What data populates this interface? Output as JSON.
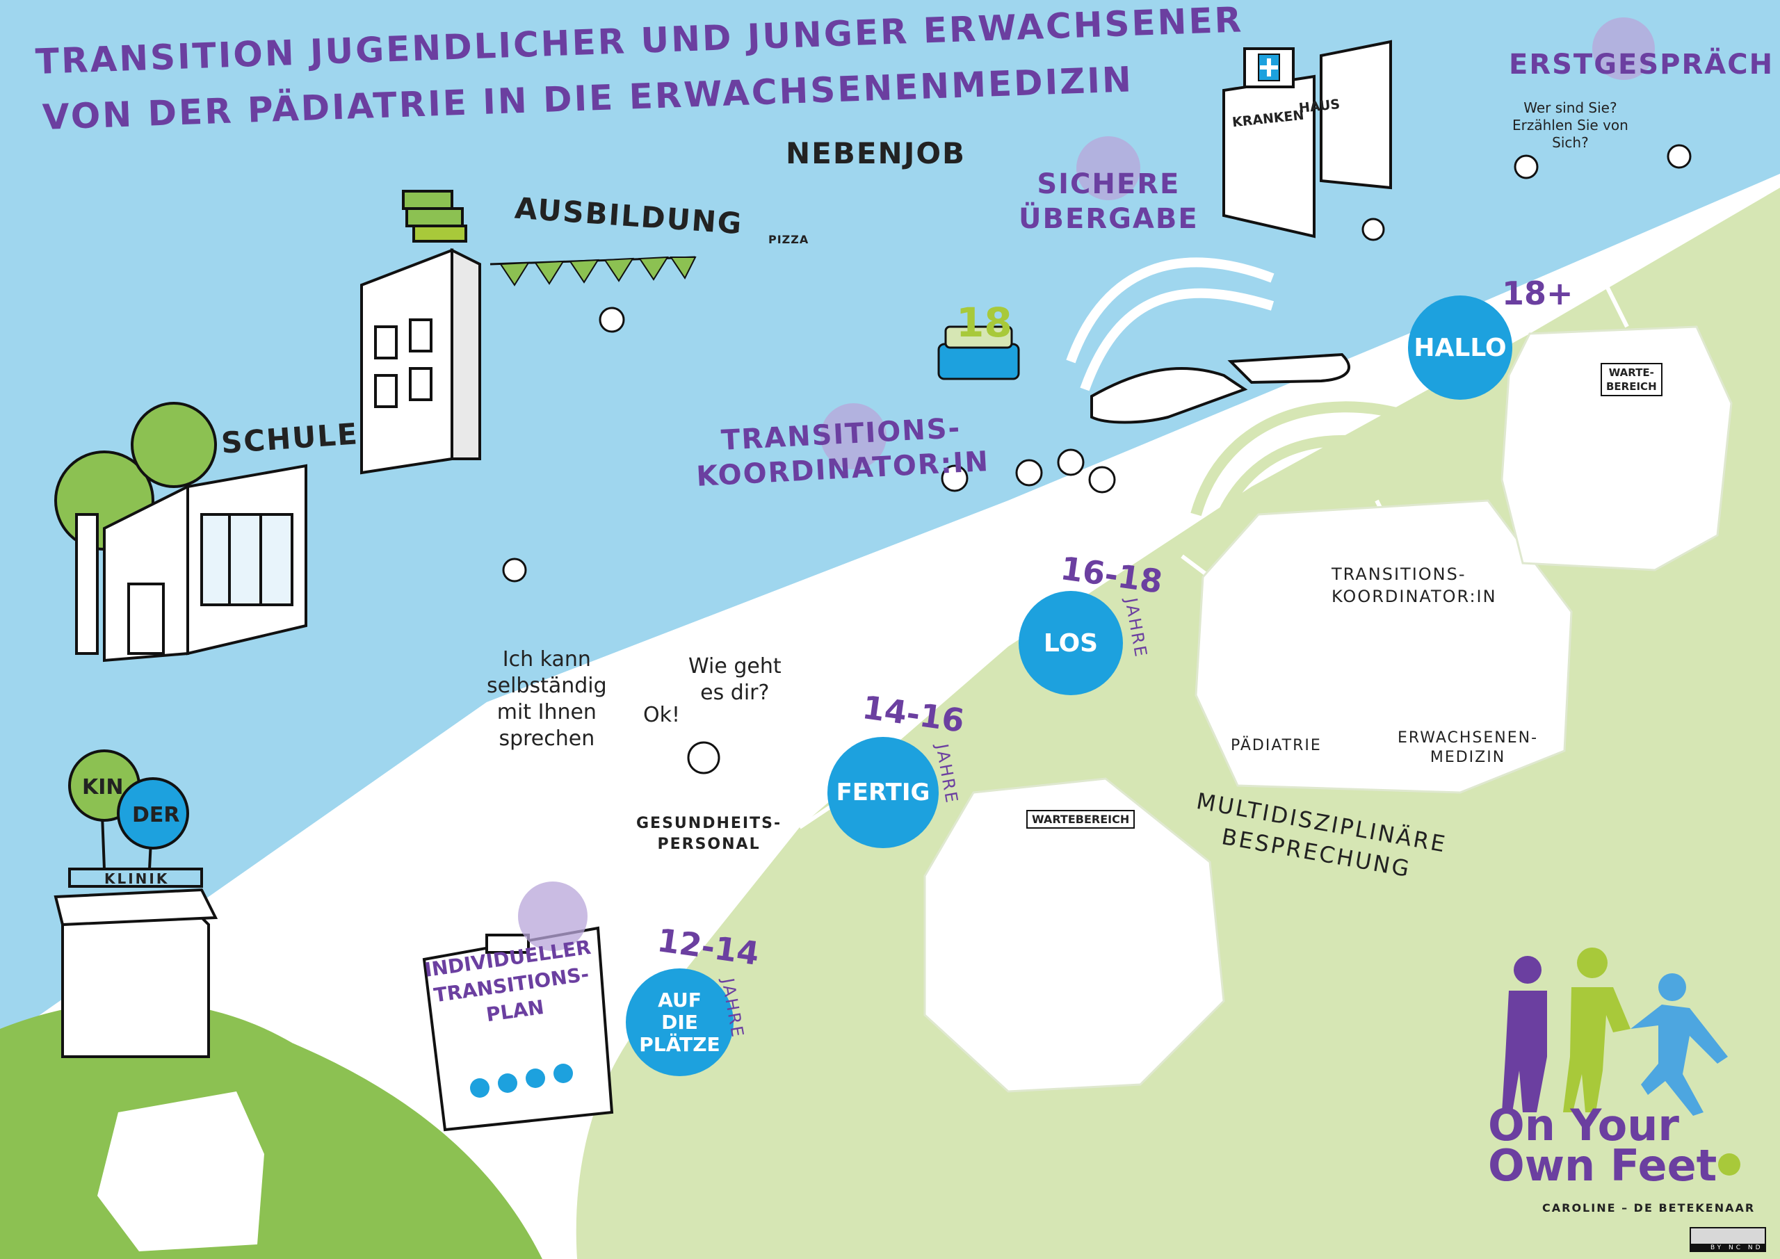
{
  "title": {
    "line1": "TRANSITION JUGENDLICHER UND JUNGER ERWACHSENER",
    "line2": "VON DER PÄDIATRIE IN DIE ERWACHSENENMEDIZIN"
  },
  "places": {
    "schule": "SCHULE",
    "ausbildung": "AUSBILDUNG",
    "nebenjob": "NEBENJOB",
    "pizza": "PIZZA",
    "kinder_balloon_1": "KIN",
    "kinder_balloon_2": "DER",
    "klinik": "KLINIK",
    "krankenhaus_1": "KRANKEN",
    "krankenhaus_2": "HAUS",
    "cake_number": "18"
  },
  "callouts": {
    "transitionskoordinator_top": "TRANSITIONS-\nKOORDINATOR:IN",
    "sichere_uebergabe": "SICHERE\nÜBERGABE",
    "erstgespraech": "ERSTGESPRÄCH",
    "individueller_plan": "INDIVIDUELLER\nTRANSITIONS-\nPLAN"
  },
  "speech": {
    "selbststaendig": "Ich kann\nselbständig\nmit Ihnen\nsprechen",
    "ok": "Ok!",
    "wie_geht": "Wie geht\nes dir?",
    "gesundheitspersonal": "GESUNDHEITS-\nPERSONAL",
    "wer_sind_sie": "Wer sind Sie?\nErzählen Sie von\nSich?"
  },
  "stages": [
    {
      "label": "AUF\nDIE\nPLÄTZE",
      "age": "12-14",
      "unit": "JAHRE"
    },
    {
      "label": "FERTIG",
      "age": "14-16",
      "unit": "JAHRE"
    },
    {
      "label": "LOS",
      "age": "16-18",
      "unit": "JAHRE"
    },
    {
      "label": "HALLO",
      "age": "18+",
      "unit": ""
    }
  ],
  "rooms": {
    "wartebereich_main": "WARTEBEREICH",
    "wartebereich_adult": "WARTE-\nBEREICH",
    "meeting_title": "TRANSITIONS-\nKOORDINATOR:IN",
    "paediatrie": "PÄDIATRIE",
    "erwachsenenmedizin": "ERWACHSENEN-\nMEDIZIN",
    "multidisziplinaer": "MULTIDISZIPLINÄRE\nBESPRECHUNG"
  },
  "brand": {
    "line1": "On Your",
    "line2": "Own Feet",
    "credit": "CAROLINE – DE BETEKENAAR",
    "license": "BY NC ND"
  },
  "colors": {
    "sky": "#9fd6ee",
    "green_dark": "#8cc152",
    "green_light": "#d6e6b4",
    "path": "#ffffff",
    "stage_blue": "#1da1de",
    "purple": "#6b3fa0",
    "lime": "#a8c93a",
    "light_blue": "#4da6e0"
  }
}
